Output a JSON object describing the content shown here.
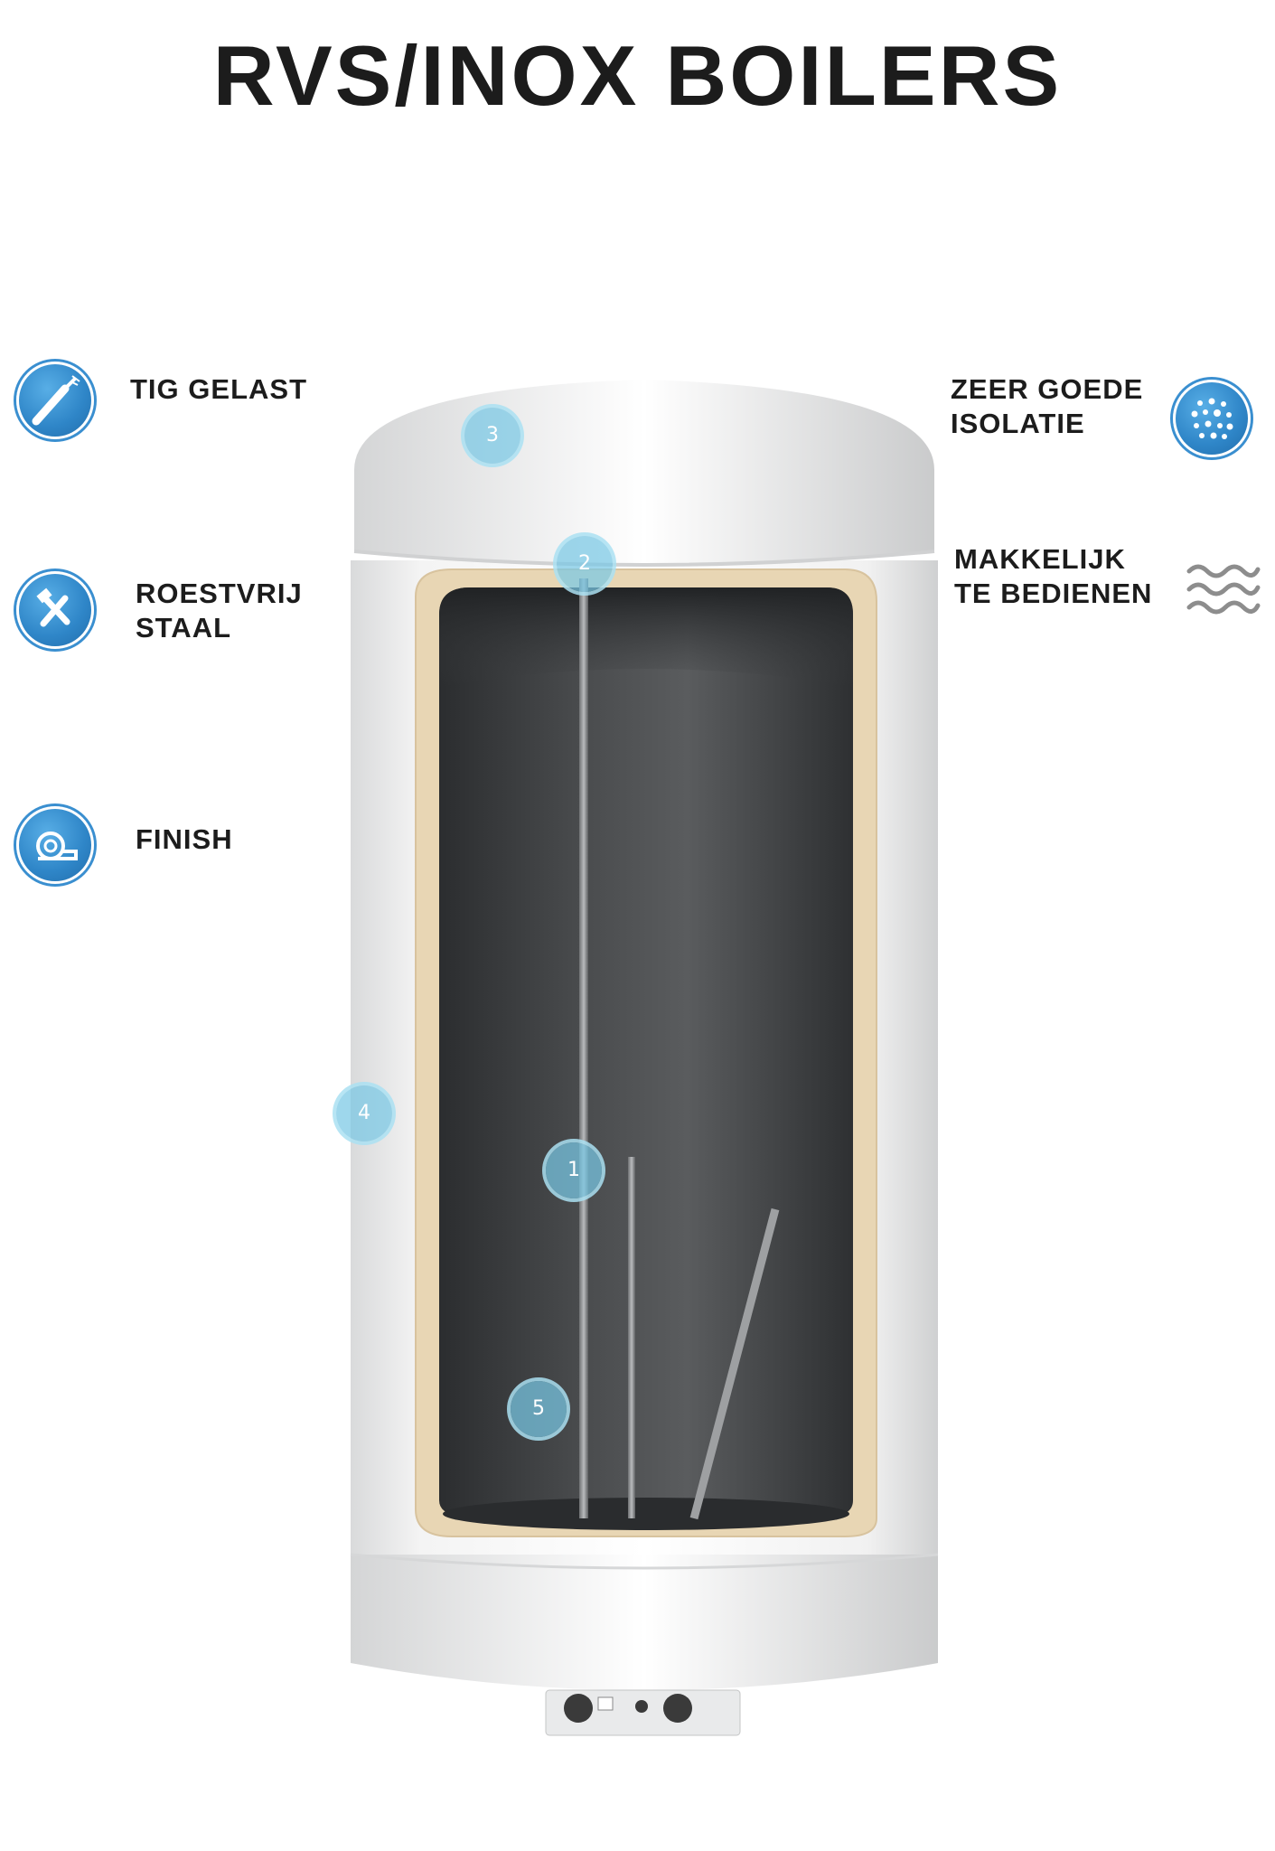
{
  "title": "RVS/INOX BOILERS",
  "features_left": [
    {
      "label": "TIG GELAST",
      "icon": "welding-torch-icon"
    },
    {
      "label": "ROESTVRIJ\nSTAAL",
      "icon": "tools-icon"
    },
    {
      "label": "FINISH",
      "icon": "insulation-roll-icon"
    }
  ],
  "features_right": [
    {
      "label": "ZEER GOEDE\nISOLATIE",
      "icon": "insulation-dots-icon"
    },
    {
      "label": "MAKKELIJK\nTE BEDIENEN",
      "icon": "waves-icon"
    }
  ],
  "markers": [
    "1",
    "2",
    "3",
    "4",
    "5"
  ],
  "colors": {
    "icon_blue": "#2f86c8",
    "marker_blue": "#78c8e4",
    "insulation_tan": "#e8d6b4",
    "tank_dark": "#3a3c3e",
    "text": "#1c1c1c"
  }
}
